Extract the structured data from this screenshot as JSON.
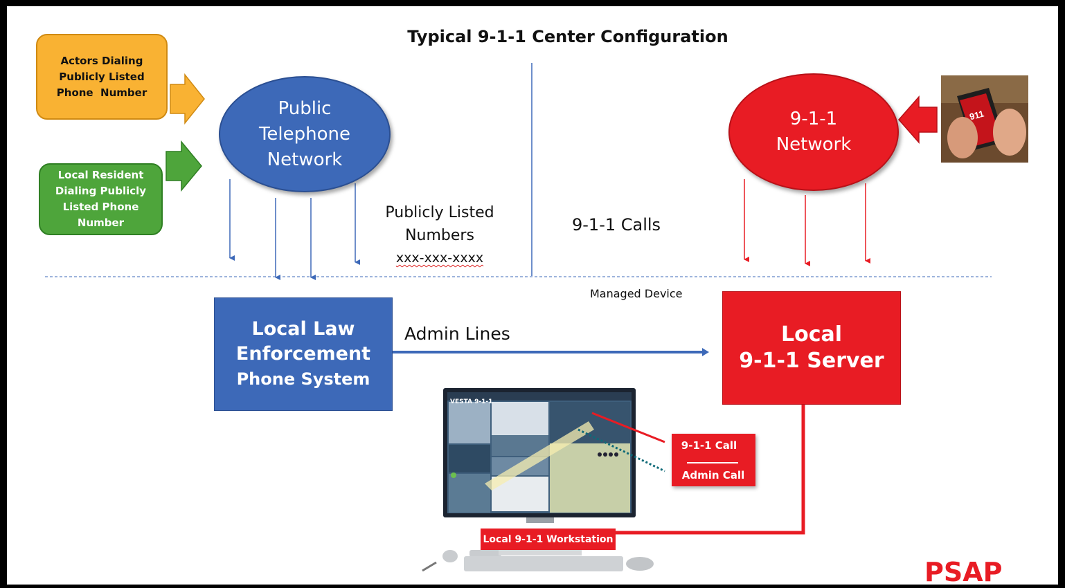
{
  "title": "Typical 9-1-1 Center Configuration",
  "actors_box": [
    "Actors Dialing",
    "Publicly Listed",
    "Phone  Number"
  ],
  "resident_box": [
    "Local Resident",
    "Dialing Publicly",
    "Listed Phone",
    "Number"
  ],
  "pstn": [
    "Public",
    "Telephone",
    "Network"
  ],
  "network_911": [
    "9-1-1",
    "Network"
  ],
  "public_numbers": {
    "line1": "Publicly Listed",
    "line2": "Numbers",
    "number": "xxx-xxx-xxxx"
  },
  "calls_911_label": "9-1-1 Calls",
  "managed_device": "Managed Device",
  "lle_box": [
    "Local Law",
    "Enforcement",
    "Phone System"
  ],
  "admin_lines": "Admin Lines",
  "server_box": [
    "Local",
    "9-1-1 Server"
  ],
  "call_box": {
    "call": "9-1-1 Call",
    "admin": "Admin Call"
  },
  "workstation_label": "Local 9-1-1 Workstation",
  "monitor_brand": "VESTA 9-1-1",
  "phone_screen_text": "911",
  "psap": "PSAP",
  "colors": {
    "blue": "#3d69b8",
    "red": "#e81c24",
    "orange": "#f9b233",
    "green": "#4ea53b"
  }
}
